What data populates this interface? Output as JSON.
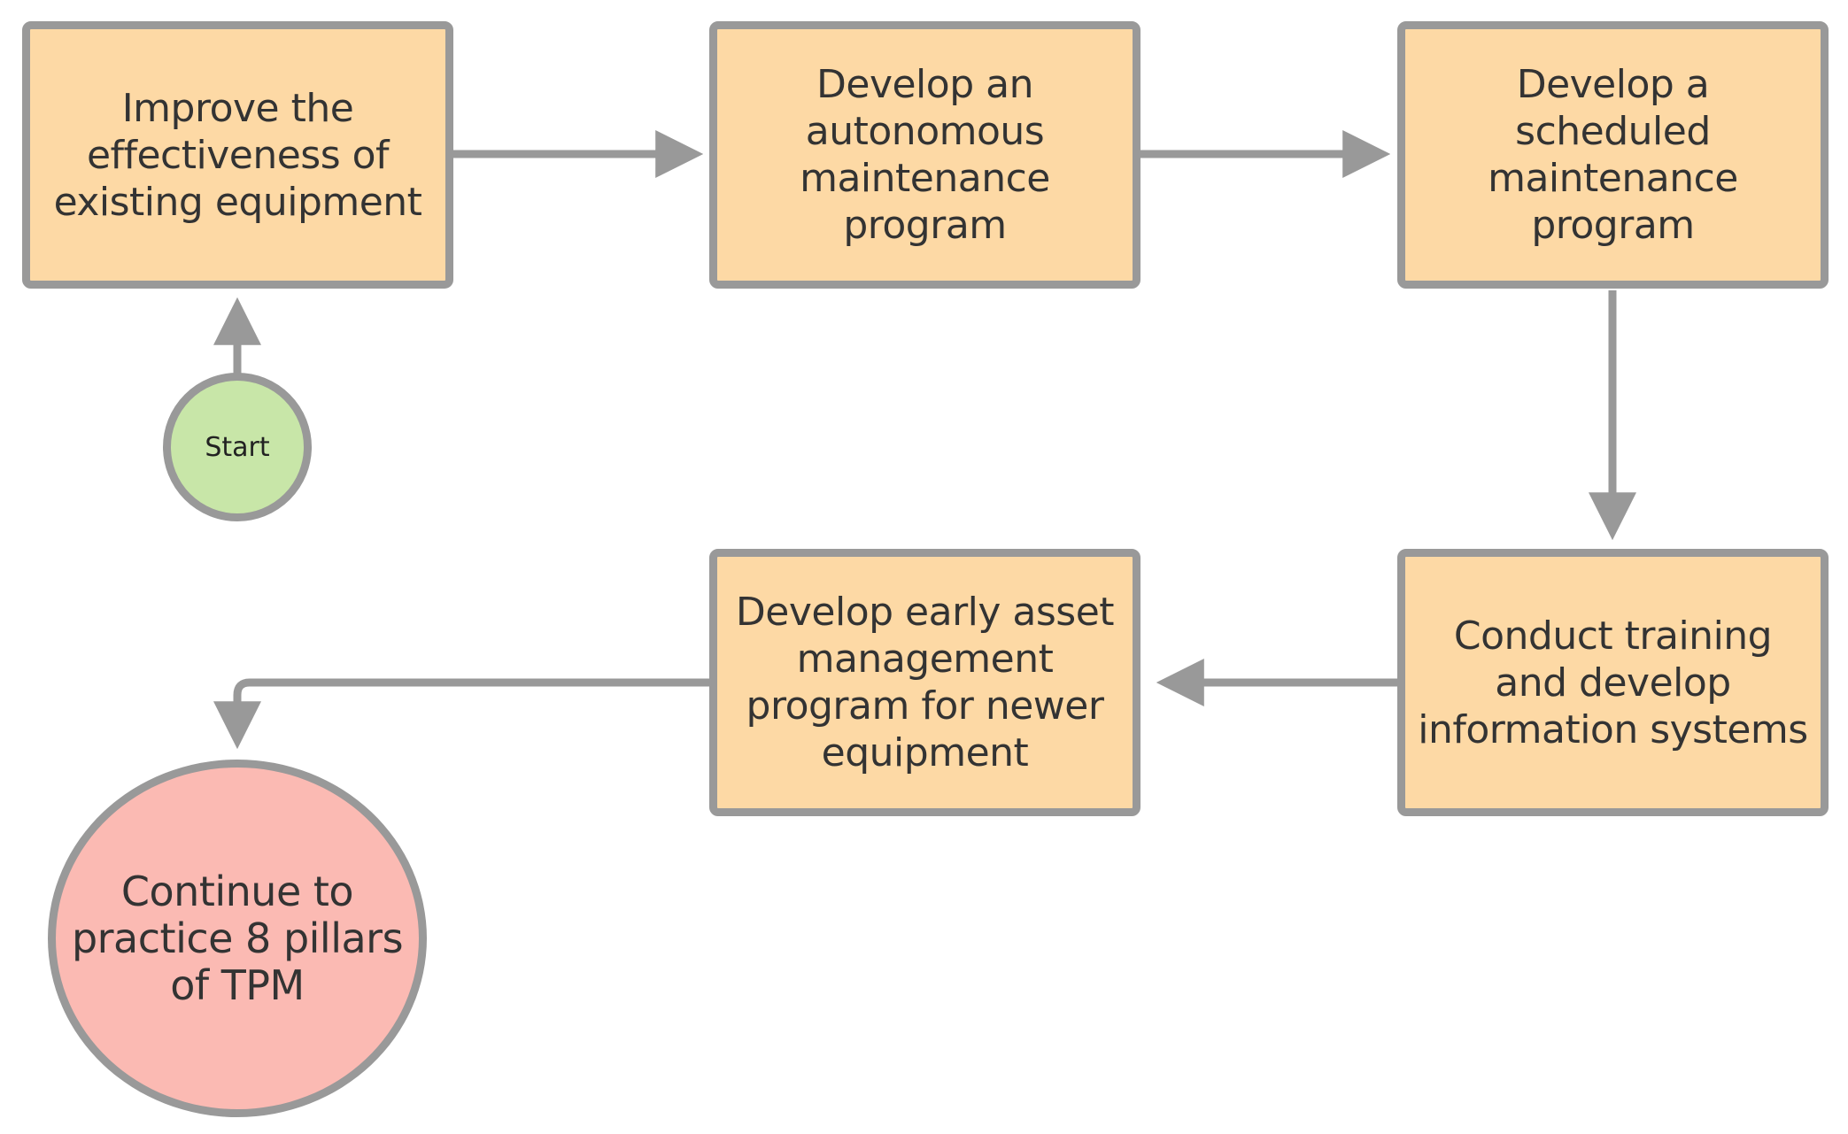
{
  "colors": {
    "box_fill": "#fdd9a5",
    "border": "#999999",
    "arrow": "#999999",
    "start_fill": "#c8e6a8",
    "end_fill": "#fbbab3",
    "text": "#333333"
  },
  "nodes": {
    "start": {
      "label": "Start"
    },
    "step1": {
      "label": "Improve the\neffectiveness of\nexisting equipment"
    },
    "step2": {
      "label": "Develop an\nautonomous\nmaintenance\nprogram"
    },
    "step3": {
      "label": "Develop a\nscheduled\nmaintenance\nprogram"
    },
    "step4": {
      "label": "Conduct training\nand develop\ninformation systems"
    },
    "step5": {
      "label": "Develop early asset\nmanagement\nprogram for newer\nequipment"
    },
    "end": {
      "label": "Continue to\npractice 8 pillars\nof TPM"
    }
  },
  "edges": [
    {
      "from": "start",
      "to": "step1"
    },
    {
      "from": "step1",
      "to": "step2"
    },
    {
      "from": "step2",
      "to": "step3"
    },
    {
      "from": "step3",
      "to": "step4"
    },
    {
      "from": "step4",
      "to": "step5"
    },
    {
      "from": "step5",
      "to": "end"
    }
  ]
}
